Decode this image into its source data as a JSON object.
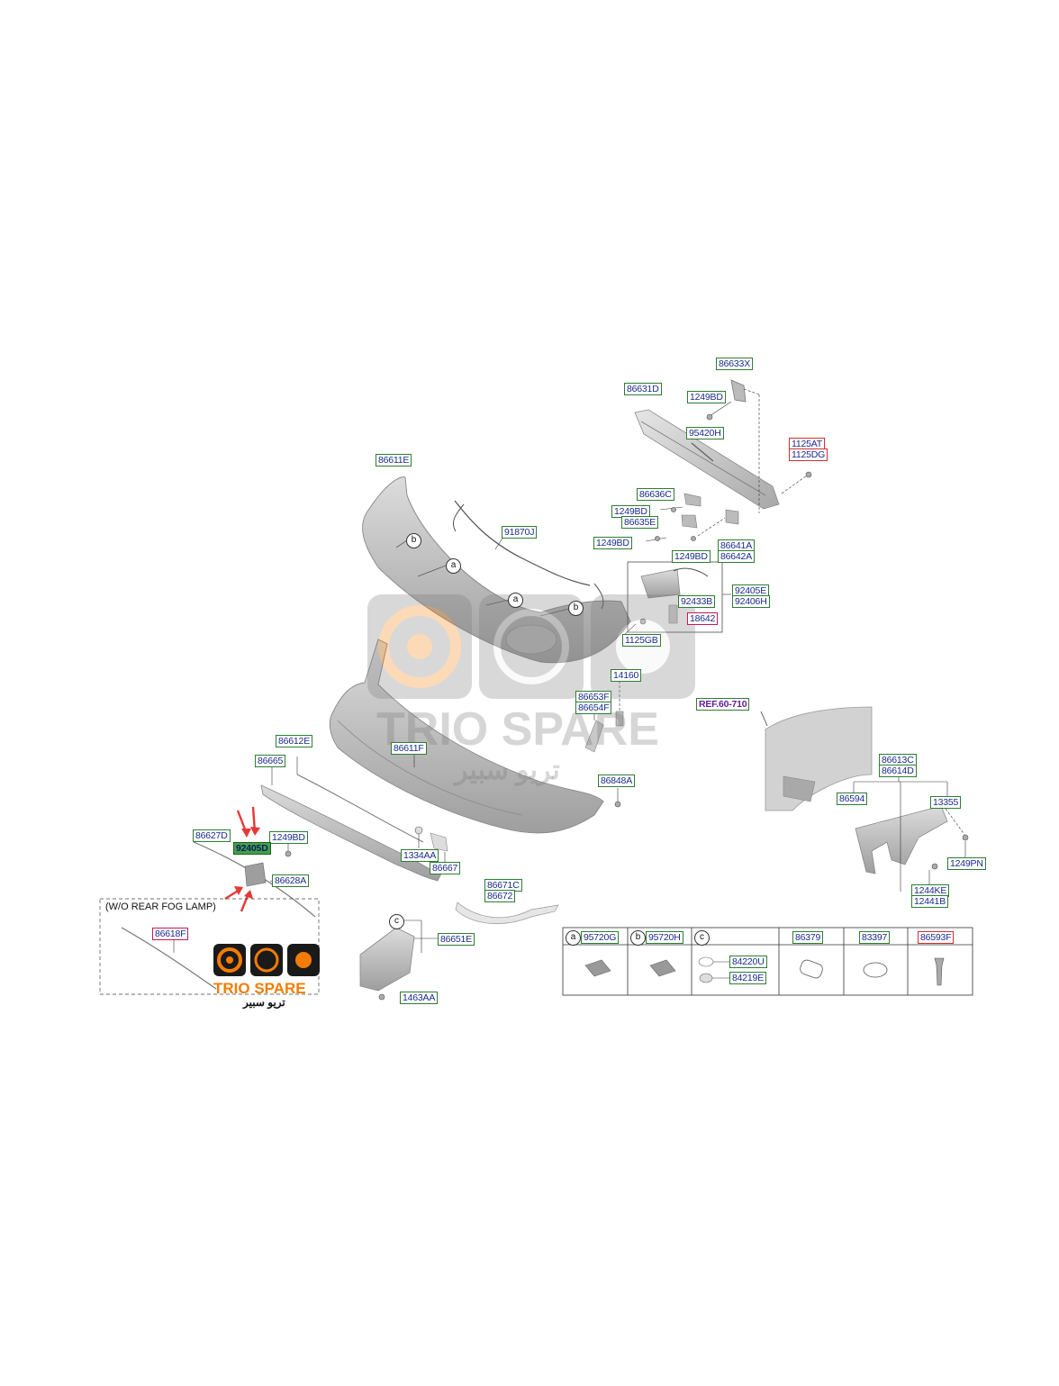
{
  "labels": {
    "l_86633X": "86633X",
    "l_86631D": "86631D",
    "l_1249BD_a": "1249BD",
    "l_95420H": "95420H",
    "l_1125AT": "1125AT",
    "l_1125DG": "1125DG",
    "l_86611E": "86611E",
    "l_86636C": "86636C",
    "l_1249BD_b": "1249BD",
    "l_86635E": "86635E",
    "l_91870J": "91870J",
    "l_1249BD_c": "1249BD",
    "l_1249BD_d": "1249BD",
    "l_86641A": "86641A",
    "l_86642A": "86642A",
    "l_92405E": "92405E",
    "l_92406H": "92406H",
    "l_92433B": "92433B",
    "l_18642": "18642",
    "l_1125GB": "1125GB",
    "l_14160": "14160",
    "l_86653F": "86653F",
    "l_86654F": "86654F",
    "l_REF": "REF.60-710",
    "l_86612E": "86612E",
    "l_86665": "86665",
    "l_86611F": "86611F",
    "l_86848A": "86848A",
    "l_86613C": "86613C",
    "l_86614D": "86614D",
    "l_86594": "86594",
    "l_13355": "13355",
    "l_86627D": "86627D",
    "l_92405D": "92405D",
    "l_1249BD_e": "1249BD",
    "l_1334AA": "1334AA",
    "l_86667": "86667",
    "l_86628A": "86628A",
    "l_1249PN": "1249PN",
    "l_1244KE": "1244KE",
    "l_12441B": "12441B",
    "l_86671C": "86671C",
    "l_86672": "86672",
    "l_86618F": "86618F",
    "l_86651E": "86651E",
    "l_1463AA": "1463AA"
  },
  "callouts": {
    "a": "a",
    "b": "b",
    "c": "c"
  },
  "note_wo_fog": "(W/O REAR FOG LAMP)",
  "legend": {
    "c1_letter": "a",
    "c1_part": "95720G",
    "c2_letter": "b",
    "c2_part": "95720H",
    "c3_letter": "c",
    "c3_part1": "84220U",
    "c3_part2": "84219E",
    "c4_part": "86379",
    "c5_part": "83397",
    "c6_part": "86593F"
  },
  "watermark": {
    "brand_latin": "TRIO SPARE",
    "brand_arabic": "تريو سبير"
  },
  "colors": {
    "label_border": "#2e7d32",
    "label_text": "#1a2a8c",
    "label_border_alt": "#d32f2f",
    "highlight": "#43a047",
    "arrow": "#e53935",
    "brand_orange": "#f57c00",
    "part_fill": "#c9c9c9"
  }
}
